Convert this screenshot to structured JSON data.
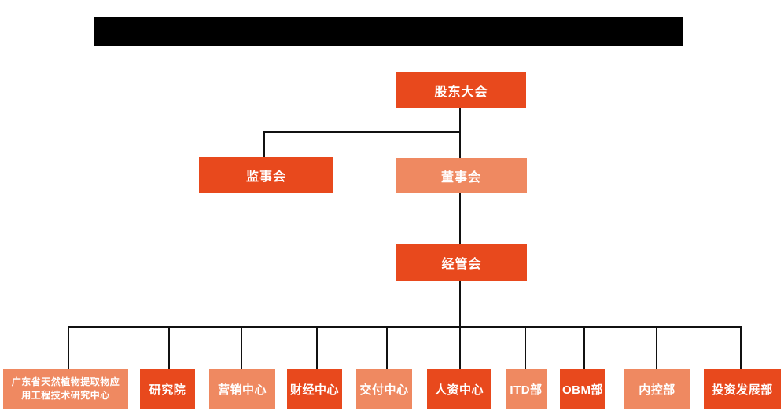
{
  "colors": {
    "primary_orange": "#E8491D",
    "light_orange": "#EF8961",
    "connector_line": "#111111",
    "node_text": "#FFFFFF",
    "redacted_bar": "#000000",
    "background": "#FFFFFF"
  },
  "org_chart": {
    "type": "org-chart",
    "root": {
      "label": "股东大会",
      "variant": "primary"
    },
    "level2": [
      {
        "label": "监事会",
        "variant": "primary"
      },
      {
        "label": "董事会",
        "variant": "light"
      }
    ],
    "level3": [
      {
        "label": "经管会",
        "variant": "primary"
      }
    ],
    "level4": [
      {
        "label": "广东省天然植物提取物应用工程技术研究中心",
        "variant": "light"
      },
      {
        "label": "研究院",
        "variant": "primary"
      },
      {
        "label": "营销中心",
        "variant": "light"
      },
      {
        "label": "财经中心",
        "variant": "primary"
      },
      {
        "label": "交付中心",
        "variant": "light"
      },
      {
        "label": "人资中心",
        "variant": "primary"
      },
      {
        "label": "ITD部",
        "variant": "light"
      },
      {
        "label": "OBM部",
        "variant": "primary"
      },
      {
        "label": "内控部",
        "variant": "light"
      },
      {
        "label": "投资发展部",
        "variant": "primary"
      }
    ]
  }
}
